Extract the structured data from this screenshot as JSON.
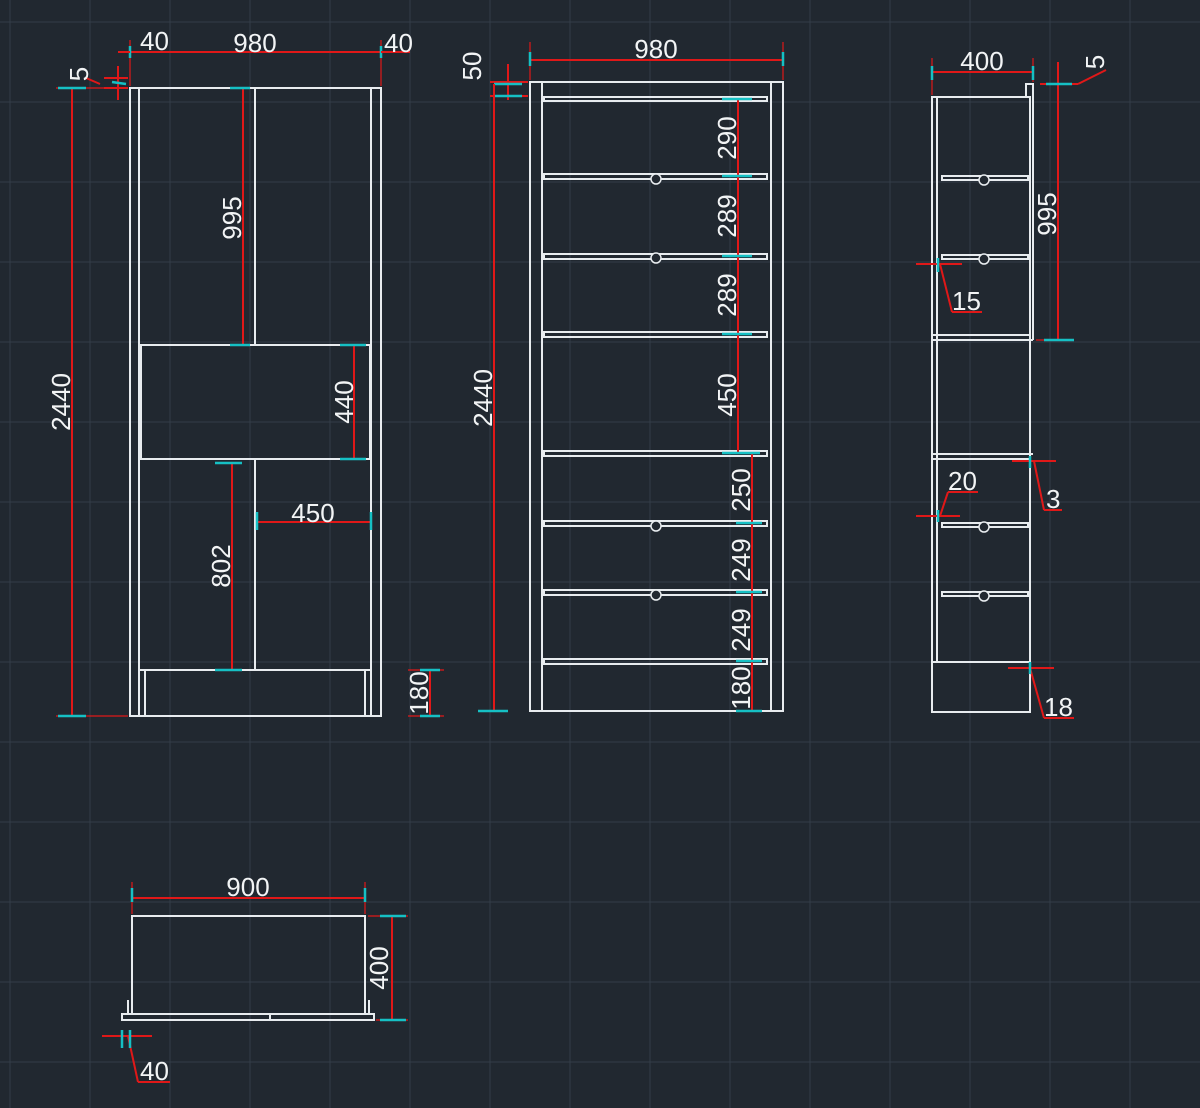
{
  "colors": {
    "background": "#212830",
    "grid": "#343d48",
    "object_lines": "#e8ecef",
    "dimension_lines": "#e01818",
    "dimension_ticks": "#16c0c4",
    "dimension_text": "#f2f4f5"
  },
  "front_view": {
    "dims": {
      "left_side_thickness": "40",
      "overall_width": "980",
      "right_side_thickness": "40",
      "top_offset": "5",
      "overall_height": "2440",
      "upper_compartment_height": "995",
      "middle_compartment_height": "440",
      "lower_compartment_height": "802",
      "lower_right_width": "450",
      "plinth_height": "180"
    }
  },
  "shelf_view": {
    "dims": {
      "top_offset": "50",
      "overall_width": "980",
      "overall_height": "2440",
      "shelf_1": "290",
      "shelf_2": "289",
      "shelf_3": "289",
      "shelf_4": "450",
      "shelf_5": "250",
      "shelf_6": "249",
      "shelf_7": "249",
      "plinth": "180"
    }
  },
  "side_view": {
    "dims": {
      "depth": "400",
      "top_offset": "5",
      "upper_height": "995",
      "inset_upper": "15",
      "inset_lower": "20",
      "gap": "3",
      "plinth_offset": "18"
    }
  },
  "plan_view": {
    "dims": {
      "width": "900",
      "depth": "400",
      "edge": "40"
    }
  }
}
